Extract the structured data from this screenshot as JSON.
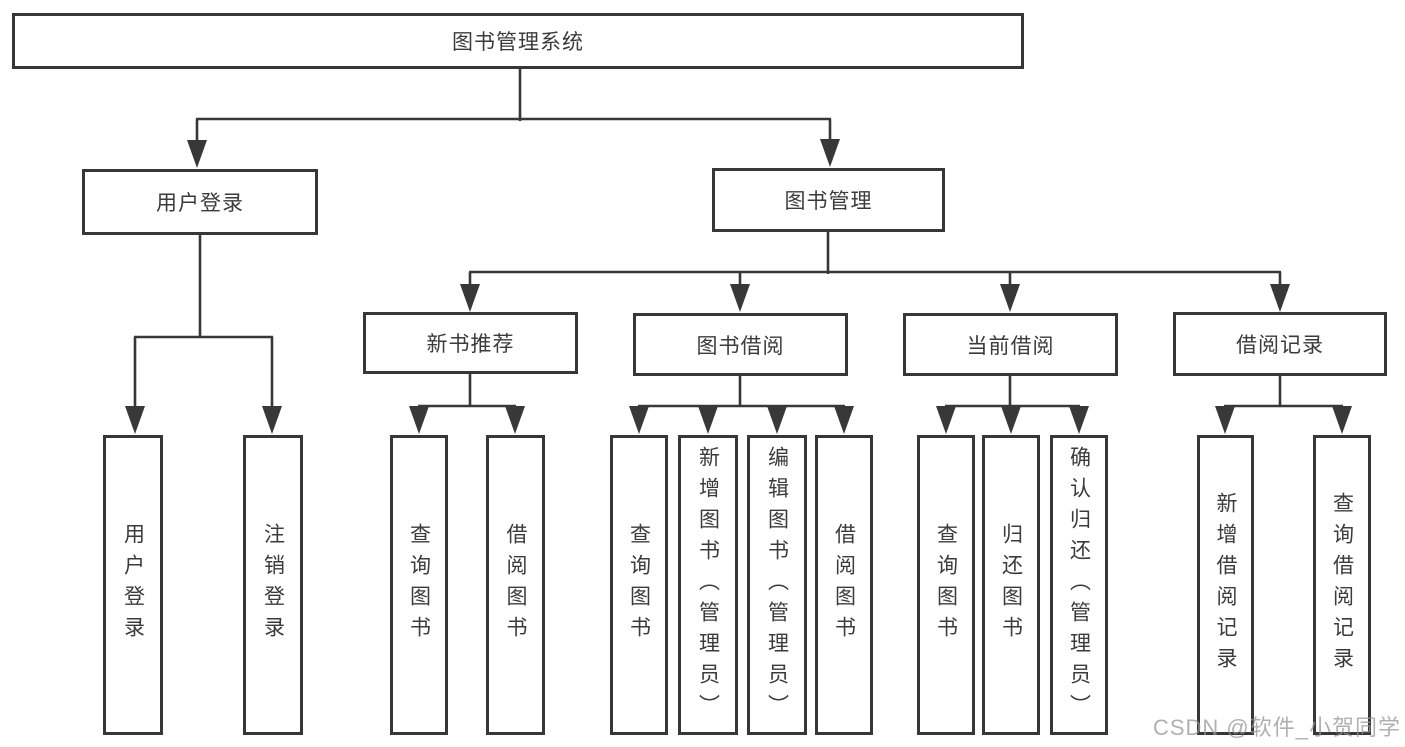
{
  "diagram": {
    "nodes": {
      "root": "图书管理系统",
      "user_login": "用户登录",
      "book_mgmt": "图书管理",
      "new_book": "新书推荐",
      "book_borrow": "图书借阅",
      "current_borrow": "当前借阅",
      "borrow_records": "借阅记录",
      "leaf_user_login": "用户登录",
      "leaf_logout": "注销登录",
      "nb_query": "查询图书",
      "nb_borrow": "借阅图书",
      "bb_query": "查询图书",
      "bb_add": "新增图书（管理员）",
      "bb_edit": "编辑图书（管理员）",
      "bb_borrow": "借阅图书",
      "cb_query": "查询图书",
      "cb_return": "归还图书",
      "cb_confirm": "确认归还（管理员）",
      "br_add": "新增借阅记录",
      "br_query": "查询借阅记录"
    },
    "line_color": "#383838"
  },
  "watermark": {
    "text": "CSDN @软件_小贺同学"
  }
}
